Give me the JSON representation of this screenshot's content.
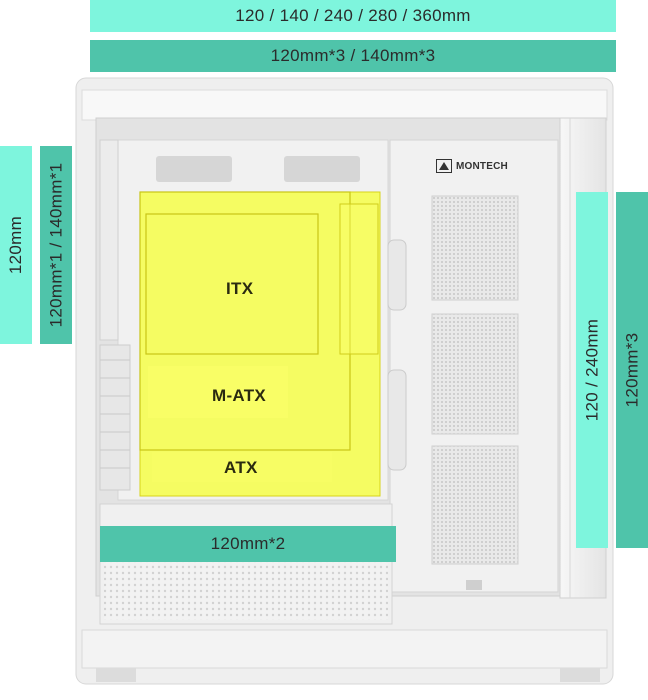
{
  "top_radiator_label": "120 / 140 / 240 / 280 / 360mm",
  "top_fan_label": "120mm*3 / 140mm*3",
  "rear_radiator_label": "120mm",
  "rear_fan_label": "120mm*1 / 140mm*1",
  "side_radiator_label": "120 / 240mm",
  "side_fan_label": "120mm*3",
  "bottom_fan_label": "120mm*2",
  "board_sizes": {
    "itx": "ITX",
    "matx": "M-ATX",
    "atx": "ATX"
  },
  "brand": "MONTECH",
  "colors": {
    "mint": "#7ef5dd",
    "teal": "#4fc4aa",
    "board_highlight": "#f6ff3a"
  }
}
